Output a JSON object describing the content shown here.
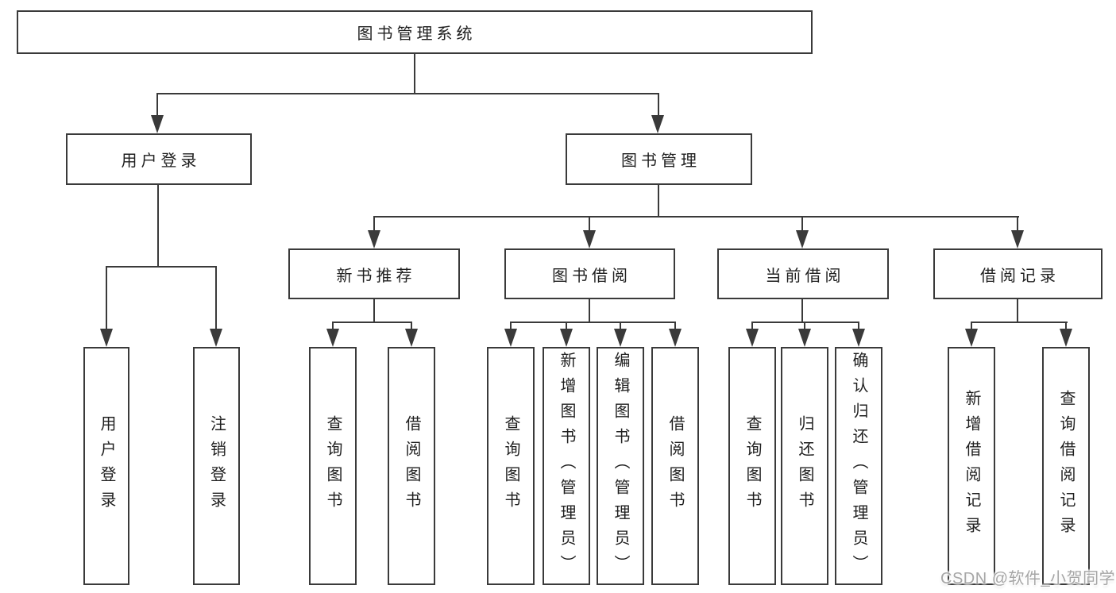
{
  "tree": {
    "root": {
      "label": "图书管理系统",
      "children": [
        {
          "label": "用户登录",
          "children": [
            {
              "label": "用户登录"
            },
            {
              "label": "注销登录"
            }
          ]
        },
        {
          "label": "图书管理",
          "children": [
            {
              "label": "新书推荐",
              "children": [
                {
                  "label": "查询图书"
                },
                {
                  "label": "借阅图书"
                }
              ]
            },
            {
              "label": "图书借阅",
              "children": [
                {
                  "label": "查询图书"
                },
                {
                  "label": "新增图书（管理员）"
                },
                {
                  "label": "编辑图书（管理员）"
                },
                {
                  "label": "借阅图书"
                }
              ]
            },
            {
              "label": "当前借阅",
              "children": [
                {
                  "label": "查询图书"
                },
                {
                  "label": "归还图书"
                },
                {
                  "label": "确认归还（管理员）"
                }
              ]
            },
            {
              "label": "借阅记录",
              "children": [
                {
                  "label": "新增借阅记录"
                },
                {
                  "label": "查询借阅记录"
                }
              ]
            }
          ]
        }
      ]
    }
  },
  "watermark": {
    "text": "CSDN @软件_小贺同学"
  },
  "colors": {
    "line": "#3a3a3a",
    "text": "#1f1f1f",
    "box_background": "#ffffff",
    "page_background": "#ffffff",
    "watermark": "#a6a6a6"
  }
}
